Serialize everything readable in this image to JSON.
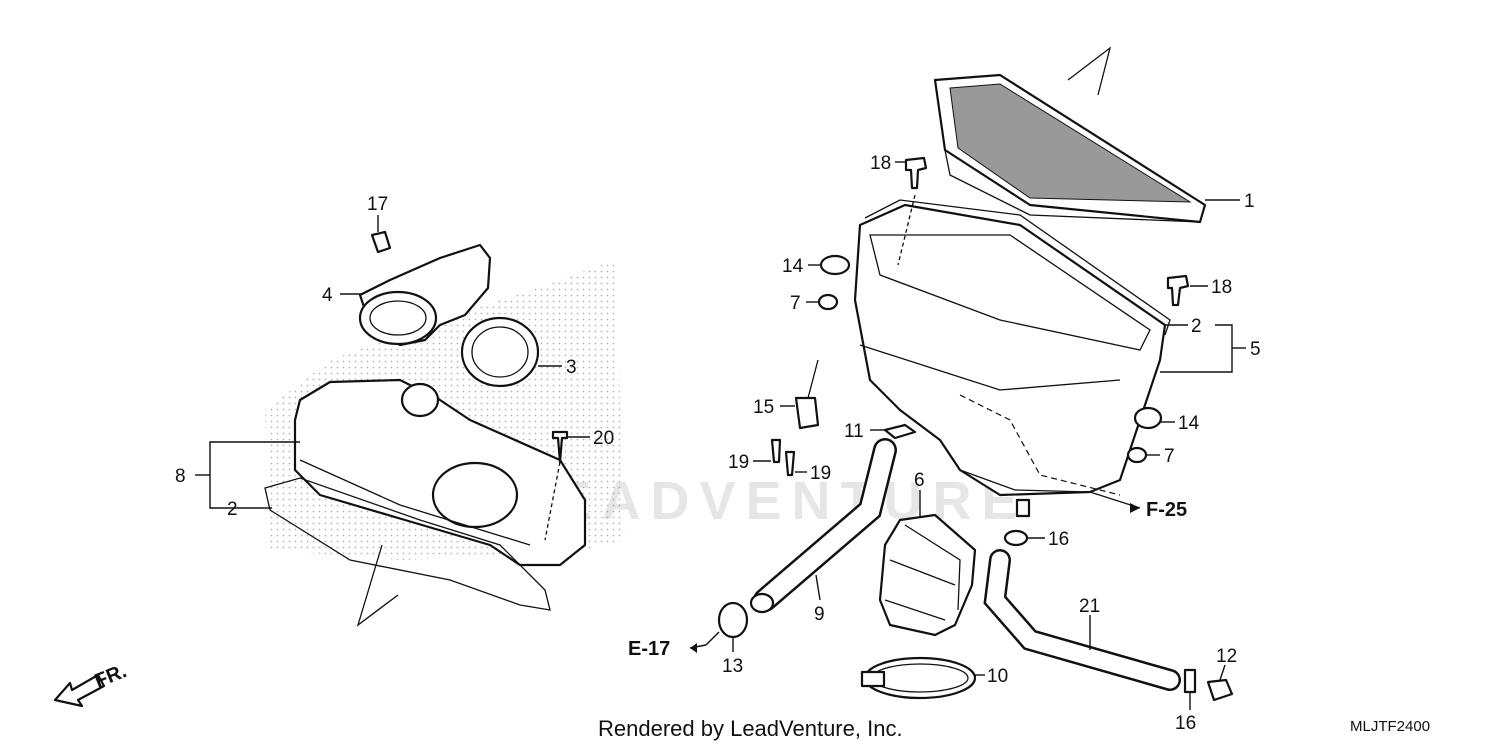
{
  "watermark": "LEADVENTURE",
  "footer": "Rendered by LeadVenture, Inc.",
  "diagram_code": "MLJTF2400",
  "direction_label": "FR.",
  "refs": {
    "e17": "E-17",
    "f25": "F-25"
  },
  "callouts": {
    "c1": "1",
    "c2a": "2",
    "c2b": "2",
    "c3": "3",
    "c4": "4",
    "c5": "5",
    "c6": "6",
    "c7a": "7",
    "c7b": "7",
    "c8": "8",
    "c9": "9",
    "c10": "10",
    "c11": "11",
    "c12": "12",
    "c13": "13",
    "c14a": "14",
    "c14b": "14",
    "c15": "15",
    "c16a": "16",
    "c16b": "16",
    "c17": "17",
    "c18a": "18",
    "c18b": "18",
    "c19a": "19",
    "c19b": "19",
    "c20": "20",
    "c21": "21"
  }
}
